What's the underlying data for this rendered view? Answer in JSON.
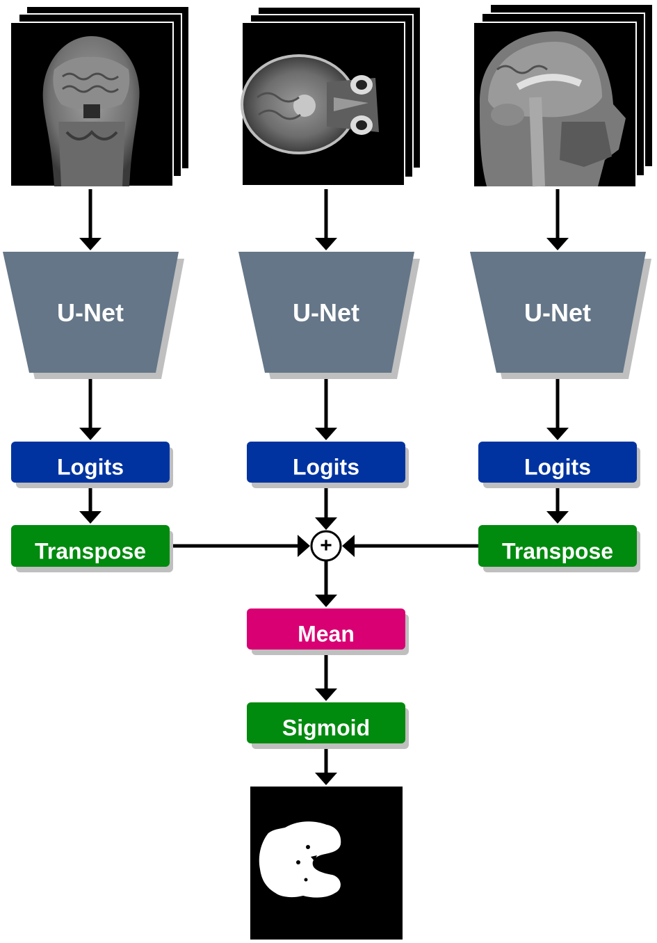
{
  "columns": [
    {
      "view": "coronal",
      "unet_label": "U-Net",
      "logits_label": "Logits",
      "transpose_label": "Transpose"
    },
    {
      "view": "axial",
      "unet_label": "U-Net",
      "logits_label": "Logits"
    },
    {
      "view": "sagittal",
      "unet_label": "U-Net",
      "logits_label": "Logits",
      "transpose_label": "Transpose"
    }
  ],
  "sum_symbol": "+",
  "mean_label": "Mean",
  "sigmoid_label": "Sigmoid",
  "colors": {
    "unet": "#647687",
    "logits": "#0033a0",
    "transpose": "#008a0e",
    "mean": "#d80073",
    "sigmoid": "#008a0e",
    "shadow": "#bfbfbf",
    "arrow": "#000000"
  }
}
